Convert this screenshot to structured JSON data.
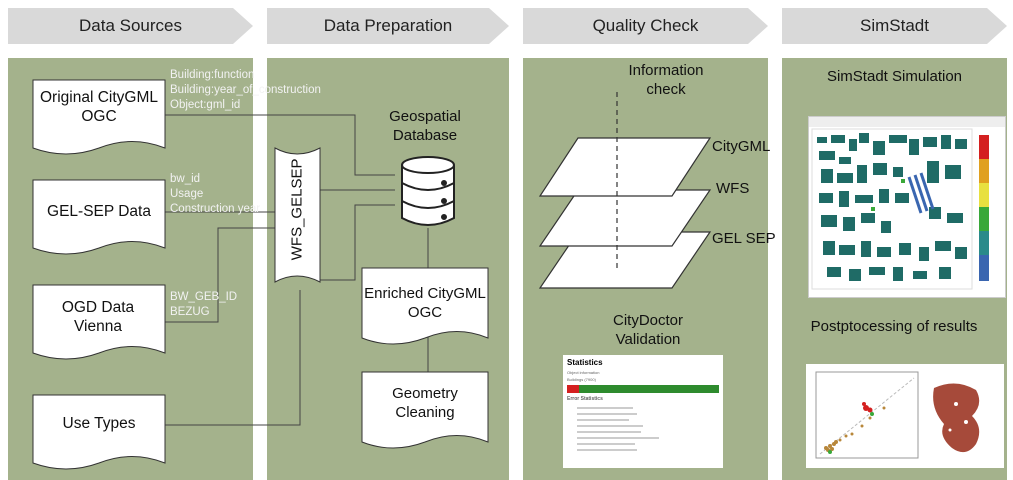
{
  "headers": {
    "sources": "Data Sources",
    "preparation": "Data Preparation",
    "quality": "Quality Check",
    "simstadt": "SimStadt"
  },
  "sources": {
    "citygml": "Original CityGML OGC",
    "citygml_attrs": [
      "Building:function",
      "Building:year_of_construction",
      "Object:gml_id"
    ],
    "gelsep": "GEL-SEP Data",
    "gelsep_attrs": [
      "bw_id",
      "Usage",
      "Construction year"
    ],
    "ogd": "OGD Data Vienna",
    "ogd_attrs": [
      "BW_GEB_ID",
      "BEZUG"
    ],
    "usetypes": "Use Types"
  },
  "preparation": {
    "wfs": "WFS_GELSEP",
    "database": "Geospatial Database",
    "enriched": "Enriched CityGML OGC",
    "cleaning": "Geometry Cleaning"
  },
  "quality": {
    "info_check": "Information check",
    "layers": [
      "CityGML",
      "WFS",
      "GEL SEP"
    ],
    "citydoctor": "CityDoctor Validation",
    "stats_title": "Statistics",
    "stats_line1": "Object information",
    "stats_line2": "Buildings (7900)",
    "stats_errors": "Error Statistics"
  },
  "simstadt": {
    "simulation": "SimStadt Simulation",
    "post": "Postptocessing of results"
  },
  "colors": {
    "panel": "#a4b28c",
    "header": "#d9d9d9",
    "ok": "#2e8b2e",
    "error": "#d42020"
  }
}
